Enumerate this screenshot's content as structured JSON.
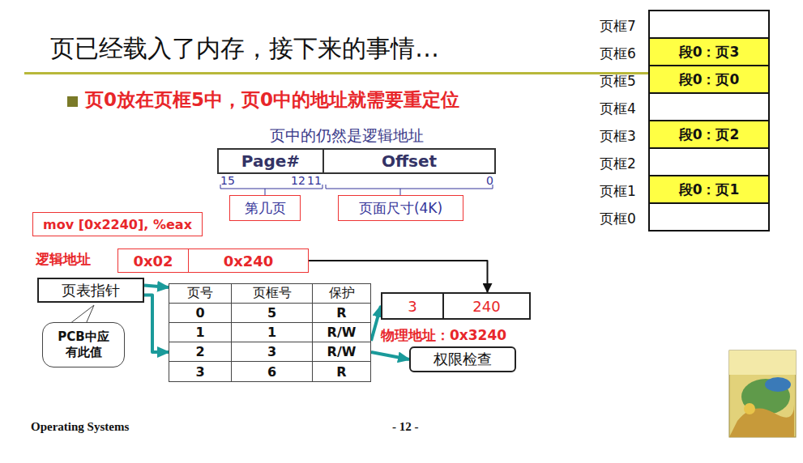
{
  "diagram": {
    "title": "页已经载入了内存，接下来的事情…",
    "nodes": [
      {
        "text": [
          "Page#"
        ]
      },
      {
        "text": [
          "Offset"
        ]
      },
      {
        "text": [
          "第几页"
        ]
      },
      {
        "text": [
          "页面尺寸(4K)"
        ]
      },
      {
        "text": [
          "mov [0x2240], %eax"
        ]
      },
      {
        "text": [
          "0x02"
        ]
      },
      {
        "text": [
          "0x240"
        ]
      },
      {
        "text": [
          "页表指针"
        ]
      },
      {
        "text": [
          "PCB中应有此值"
        ]
      },
      {
        "text": [
          "页号",
          "页框号",
          "保护",
          "0",
          "5",
          "R",
          "1",
          "1",
          "R/W",
          "2",
          "3",
          "R/W",
          "3",
          "6",
          "R"
        ]
      },
      {
        "text": [
          "3"
        ]
      },
      {
        "text": [
          "240"
        ]
      },
      {
        "text": [
          "权限检查"
        ]
      },
      {
        "text": [
          "页框7"
        ]
      },
      {
        "text": [
          "页框6",
          "段0：页3"
        ]
      },
      {
        "text": [
          "页框5",
          "段0：页0"
        ]
      },
      {
        "text": [
          "页框4"
        ]
      },
      {
        "text": [
          "页框3",
          "段0：页2"
        ]
      },
      {
        "text": [
          "页框2"
        ]
      },
      {
        "text": [
          "页框1",
          "段0：页1"
        ]
      },
      {
        "text": [
          "页框0"
        ]
      }
    ],
    "edges": [
      {
        "from": 7,
        "to": 9,
        "arrow": "to"
      },
      {
        "from": 7,
        "to": 9,
        "arrow": "to"
      },
      {
        "from": 9,
        "to": 10,
        "arrow": "to"
      },
      {
        "from": 9,
        "to": 12,
        "arrow": "to"
      },
      {
        "from": 6,
        "to": 11,
        "arrow": "to"
      }
    ],
    "labels": [
      "页0放在页框5中，页0中的地址就需要重定位",
      "页中的仍然是逻辑地址",
      "15",
      "12",
      "11",
      "0",
      "逻辑地址",
      "物理地址：0x3240",
      "Operating Systems",
      "- 12 -"
    ]
  }
}
